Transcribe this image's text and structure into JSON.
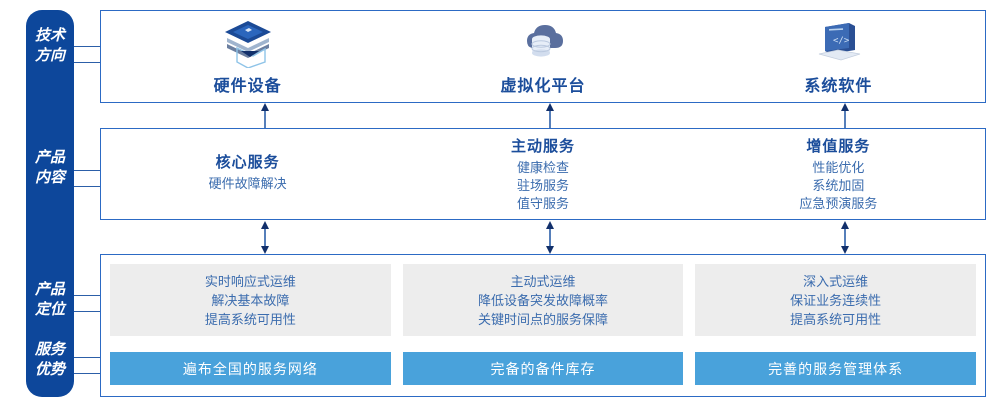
{
  "rail": {
    "items": [
      {
        "id": "tech-direction",
        "lines": [
          "技术",
          "方向"
        ]
      },
      {
        "id": "product-content",
        "lines": [
          "产品",
          "内容"
        ]
      },
      {
        "id": "product-position",
        "lines": [
          "产品",
          "定位"
        ]
      },
      {
        "id": "service-advantage",
        "lines": [
          "服务",
          "优势"
        ]
      }
    ],
    "color": "#0D479B"
  },
  "tech_direction": {
    "columns": [
      {
        "icon": "server-stack-icon",
        "label": "硬件设备"
      },
      {
        "icon": "cloud-database-icon",
        "label": "虚拟化平台"
      },
      {
        "icon": "laptop-code-icon",
        "label": "系统软件"
      }
    ]
  },
  "product_content": {
    "columns": [
      {
        "title": "核心服务",
        "items": [
          "硬件故障解决"
        ]
      },
      {
        "title": "主动服务",
        "items": [
          "健康检查",
          "驻场服务",
          "值守服务"
        ]
      },
      {
        "title": "增值服务",
        "items": [
          "性能优化",
          "系统加固",
          "应急预演服务"
        ]
      }
    ]
  },
  "product_position": {
    "cards": [
      {
        "lines": [
          "实时响应式运维",
          "解决基本故障",
          "提高系统可用性"
        ]
      },
      {
        "lines": [
          "主动式运维",
          "降低设备突发故障概率",
          "关键时间点的服务保障"
        ]
      },
      {
        "lines": [
          "深入式运维",
          "保证业务连续性",
          "提高系统可用性"
        ]
      }
    ]
  },
  "service_advantage": {
    "bars": [
      {
        "label": "遍布全国的服务网络"
      },
      {
        "label": "完备的备件库存"
      },
      {
        "label": "完善的服务管理体系"
      }
    ],
    "color": "#49A2DB"
  },
  "colors": {
    "rail_blue": "#0D479B",
    "border_blue": "#2C6AC4",
    "title_blue": "#1B4D9B",
    "body_blue": "#3B6CAE",
    "bar_blue": "#49A2DB",
    "card_grey": "#EDEDED"
  }
}
